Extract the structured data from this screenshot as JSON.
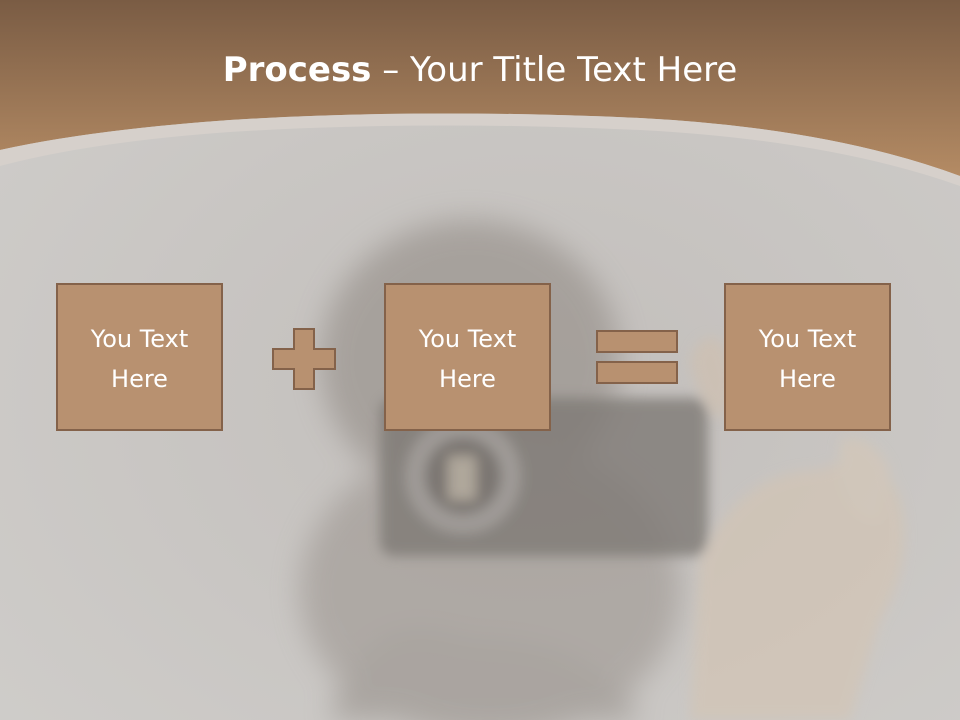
{
  "slide": {
    "title_bold": "Process",
    "title_rest": " – Your Title Text Here",
    "boxes": [
      {
        "line1": "You Text",
        "line2": "Here"
      },
      {
        "line1": "You Text",
        "line2": "Here"
      },
      {
        "line1": "You Text",
        "line2": "Here"
      }
    ],
    "operators": [
      "plus-icon",
      "equals-icon"
    ]
  },
  "colors": {
    "header_band": "#a47c58",
    "content_background": "#c9c6c3",
    "box_fill": "#b89170",
    "box_border": "#84624a",
    "operator_fill": "#b89170",
    "text": "#ffffff"
  }
}
